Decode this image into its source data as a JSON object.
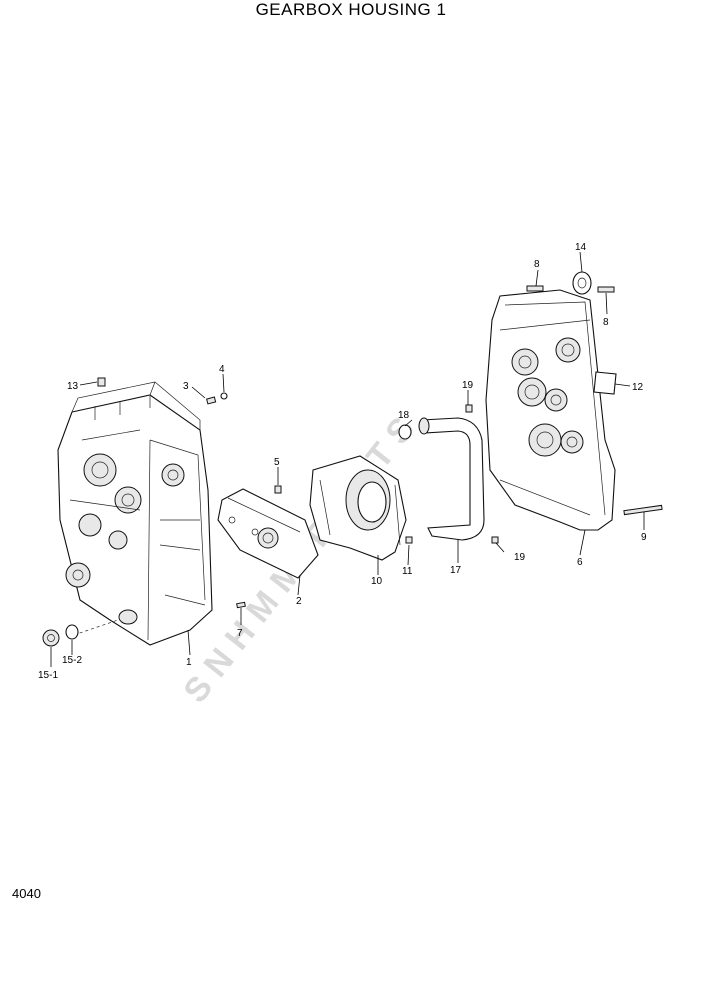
{
  "title": "GEARBOX HOUSING 1",
  "page_number": "4040",
  "callouts": [
    {
      "id": "c1",
      "label": "1"
    },
    {
      "id": "c2",
      "label": "2"
    },
    {
      "id": "c3",
      "label": "3"
    },
    {
      "id": "c4",
      "label": "4"
    },
    {
      "id": "c5",
      "label": "5"
    },
    {
      "id": "c6",
      "label": "6"
    },
    {
      "id": "c7",
      "label": "7"
    },
    {
      "id": "c8a",
      "label": "8"
    },
    {
      "id": "c8b",
      "label": "8"
    },
    {
      "id": "c9",
      "label": "9"
    },
    {
      "id": "c10",
      "label": "10"
    },
    {
      "id": "c11",
      "label": "11"
    },
    {
      "id": "c12",
      "label": "12"
    },
    {
      "id": "c13",
      "label": "13"
    },
    {
      "id": "c14",
      "label": "14"
    },
    {
      "id": "c15_1",
      "label": "15-1"
    },
    {
      "id": "c15_2",
      "label": "15-2"
    },
    {
      "id": "c17",
      "label": "17"
    },
    {
      "id": "c18",
      "label": "18"
    },
    {
      "id": "c19a",
      "label": "19"
    },
    {
      "id": "c19b",
      "label": "19"
    }
  ]
}
